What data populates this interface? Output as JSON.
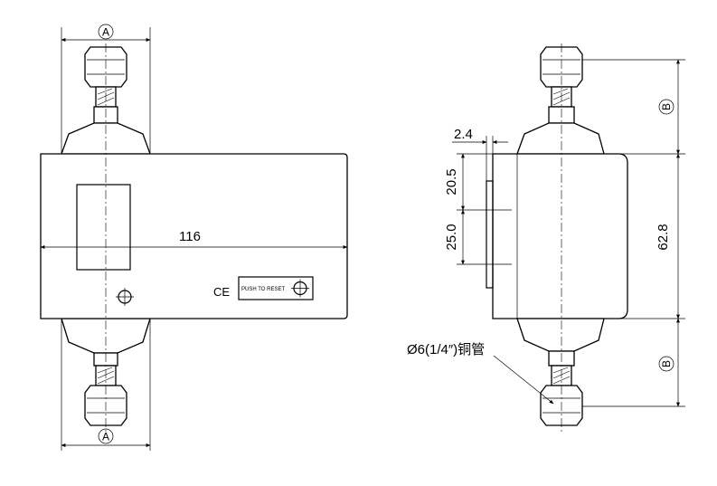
{
  "left_view": {
    "label_top": "A",
    "label_bottom": "A",
    "width_dim": "116",
    "ce_mark": "CE",
    "reset_label": "PUSH TO RESET"
  },
  "right_view": {
    "label_upper": "B",
    "label_lower": "B",
    "dim_offset": "2.4",
    "dim_upper": "20.5",
    "dim_lower": "25.0",
    "dim_height": "62.8",
    "tube_note": "Ø6(1/4″)铜管"
  }
}
